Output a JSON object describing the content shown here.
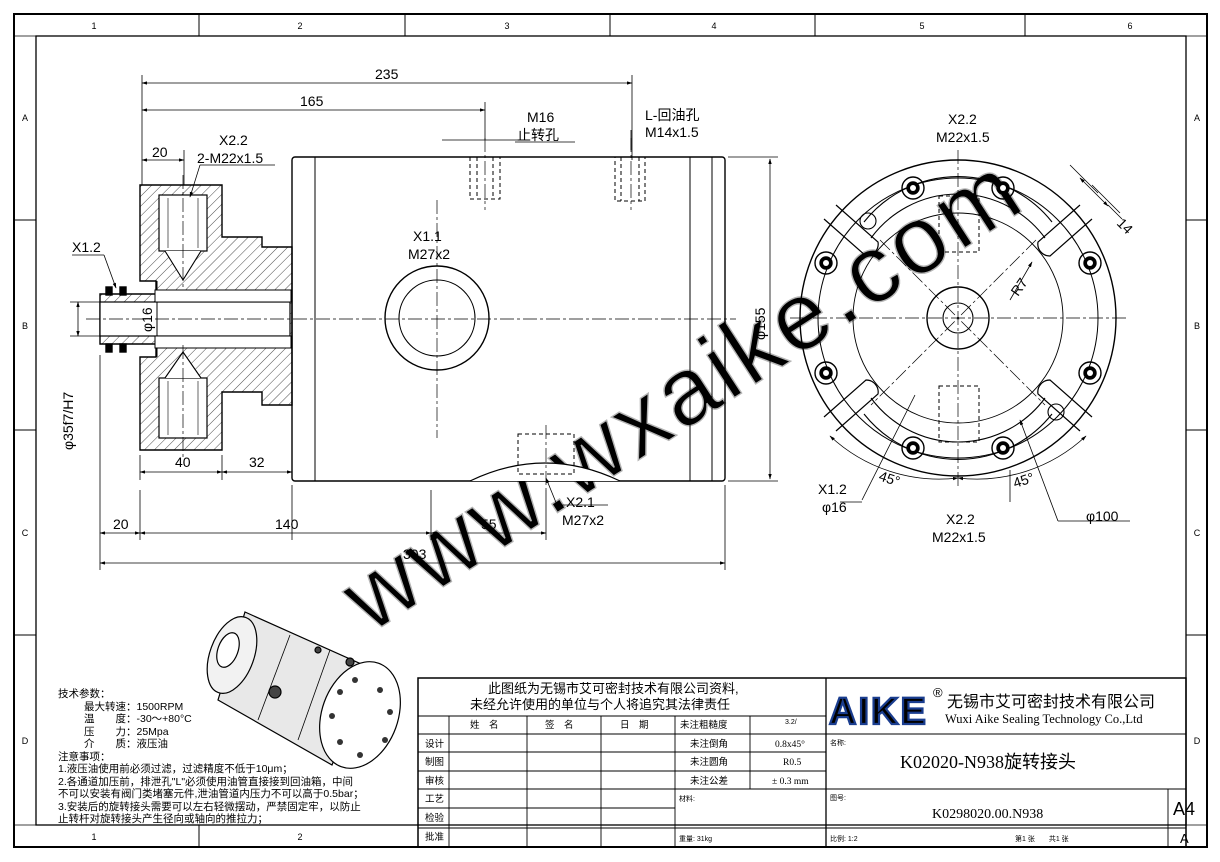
{
  "frame": {
    "zones_top": [
      "1",
      "2",
      "3",
      "4",
      "5",
      "6"
    ],
    "zones_bottom": [
      "1",
      "2"
    ],
    "zones_side": [
      "A",
      "B",
      "C",
      "D"
    ]
  },
  "dims": {
    "d235": "235",
    "d165": "165",
    "d20_top": "20",
    "x22_left_a": "X2.2",
    "x22_left_b": "2-M22x1.5",
    "m16_a": "M16",
    "m16_b": "止转孔",
    "l_return_a": "L-回油孔",
    "l_return_b": "M14x1.5",
    "x22_right_a": "X2.2",
    "x22_right_b": "M22x1.5",
    "x12_left": "X1.2",
    "x11_a": "X1.1",
    "x11_b": "M27x2",
    "phi16": "φ16",
    "phi35": "φ35f7/H7",
    "phi155": "φ155",
    "d40": "40",
    "d32": "32",
    "d20_bottom": "20",
    "d140": "140",
    "d55": "55",
    "d303": "303",
    "x21_a": "X2.1",
    "x21_b": "M27x2",
    "d14": "14",
    "r7": "R7",
    "ang1": "45°",
    "ang2": "45°",
    "x12_bottom_a": "X1.2",
    "x12_bottom_b": "φ16",
    "x22_bottom_a": "X2.2",
    "x22_bottom_b": "M22x1.5",
    "phi100": "φ100"
  },
  "watermark": "www.wxaike.com",
  "notes": {
    "params_title": "技术参数：",
    "speed": "最大转速：1500RPM",
    "temp": "温　　度：-30～+80°C",
    "press": "压　　力：25Mpa",
    "medium": "介　　质：液压油",
    "notes_title": "注意事项：",
    "n1": "1.液压油使用前必须过滤，过滤精度不低于10μm；",
    "n2a": "2.各通道加压前，排泄孔\"L\"必须使用油管直接接到回油箱，中间",
    "n2b": "  不可以安装有阀门类堵塞元件,泄油管道内压力不可以高于0.5bar；",
    "n3a": "3.安装后的旋转接头需要可以左右轻微摆动，严禁固定牢，以防止",
    "n3b": "  止转杆对旋转接头产生径向或轴向的推拉力；"
  },
  "title_block": {
    "notice_1": "此图纸为无锡市艾可密封技术有限公司资料,",
    "notice_2": "未经允许使用的单位与个人将追究其法律责任",
    "hdr_name": "姓　名",
    "hdr_sign": "签　名",
    "hdr_date": "日　期",
    "rows": [
      "设计",
      "制图",
      "审核",
      "工艺",
      "检验",
      "批准"
    ],
    "rough_label": "未注粗糙度",
    "rough_value": "3.2/",
    "chamfer_label": "未注倒角",
    "chamfer_value": "0.8x45°",
    "fillet_label": "未注圆角",
    "fillet_value": "R0.5",
    "tol_label": "未注公差",
    "tol_value": "± 0.3 mm",
    "material_label": "材料:",
    "weight": "重量: 31kg",
    "logo": "AIKE",
    "reg_mark": "®",
    "company_cn": "无锡市艾可密封技术有限公司",
    "company_en": "Wuxi Aike Sealing Technology Co.,Ltd",
    "name_label": "名称:",
    "name_value": "K02020-N938旋转接头",
    "drawing_no_label": "图号:",
    "drawing_no_value": "K0298020.00.N938",
    "size": "A4",
    "revision": "A",
    "scale": "比例:  1:2",
    "sheet": "第1 张　　共1 张"
  }
}
